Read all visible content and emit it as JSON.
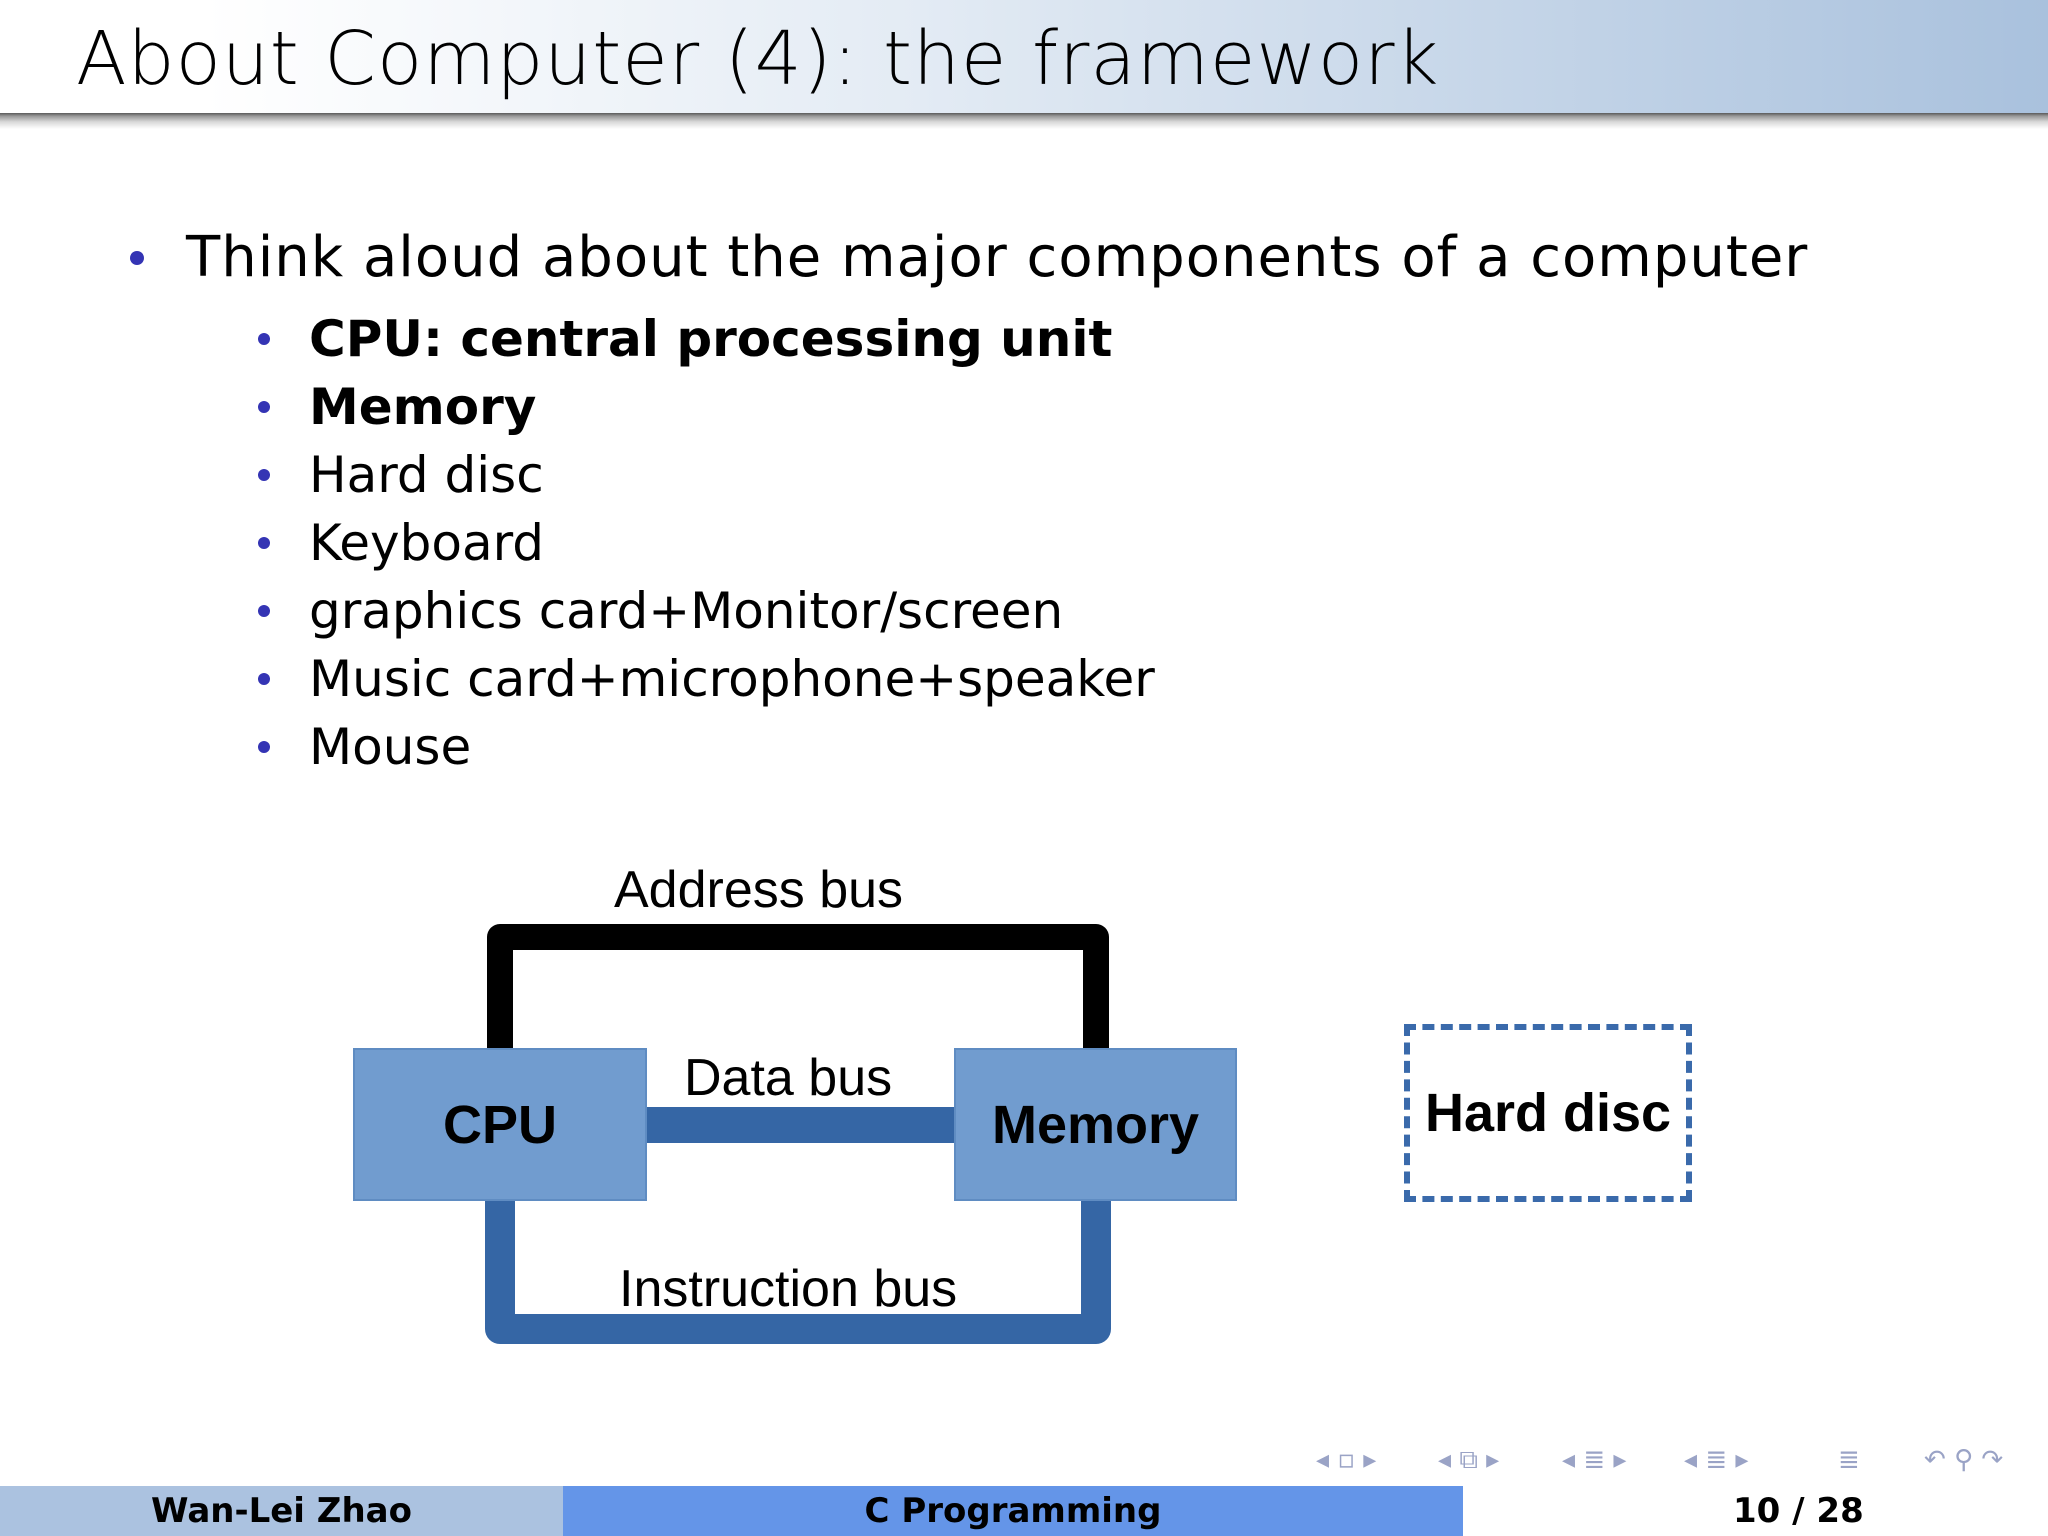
{
  "title": "About Computer (4): the framework",
  "main_bullet": "Think aloud about the major components of a computer",
  "sub_bullets": [
    {
      "text": "CPU: central processing unit",
      "bold": true
    },
    {
      "text": "Memory",
      "bold": true
    },
    {
      "text": "Hard disc",
      "bold": false
    },
    {
      "text": "Keyboard",
      "bold": false
    },
    {
      "text": "graphics card+Monitor/screen",
      "bold": false
    },
    {
      "text": "Music card+microphone+speaker",
      "bold": false
    },
    {
      "text": "Mouse",
      "bold": false
    }
  ],
  "diagram": {
    "address_bus": "Address bus",
    "data_bus": "Data bus",
    "instruction_bus": "Instruction bus",
    "cpu": "CPU",
    "memory": "Memory",
    "hard_disc": "Hard disc"
  },
  "footer": {
    "author": "Wan-Lei Zhao",
    "course": "C Programming",
    "page": "10 / 28"
  },
  "colors": {
    "bullet": "#3434b4",
    "box_fill": "#719ccf",
    "bus_blue": "#3566a5",
    "footer_left": "#abc2e0",
    "footer_mid": "#6495e8"
  }
}
